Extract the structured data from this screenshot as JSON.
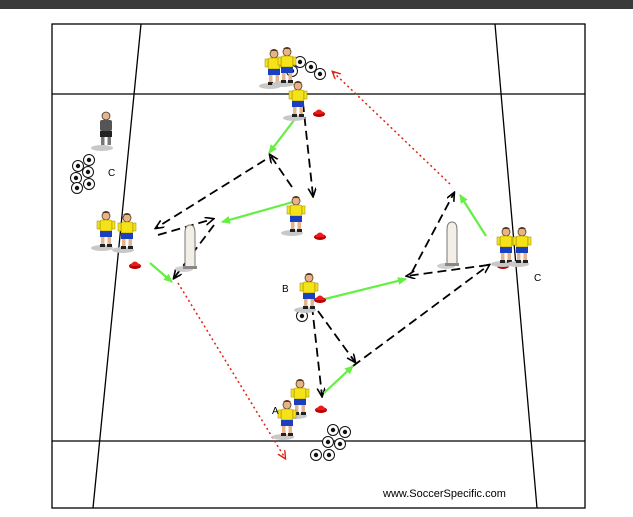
{
  "labels": {
    "group_a": "A",
    "group_b": "B",
    "group_c_left": "C",
    "group_c_right": "C"
  },
  "watermark": "www.SoccerSpecific.com",
  "colors": {
    "top_bar": "#3a3a3a",
    "pass_arrow": "#66ee44",
    "run_arrow": "#000000",
    "ball_path": "#dd2211",
    "cone": "#dd1111",
    "shirt": "#f5e218",
    "shorts": "#1a3fbf",
    "keeper": "#666666",
    "mannequin": "#f3efe6"
  },
  "legend_semantics": {
    "green_arrow": "pass",
    "black_dashed_arrow": "player run",
    "red_dotted_line": "ball path"
  }
}
